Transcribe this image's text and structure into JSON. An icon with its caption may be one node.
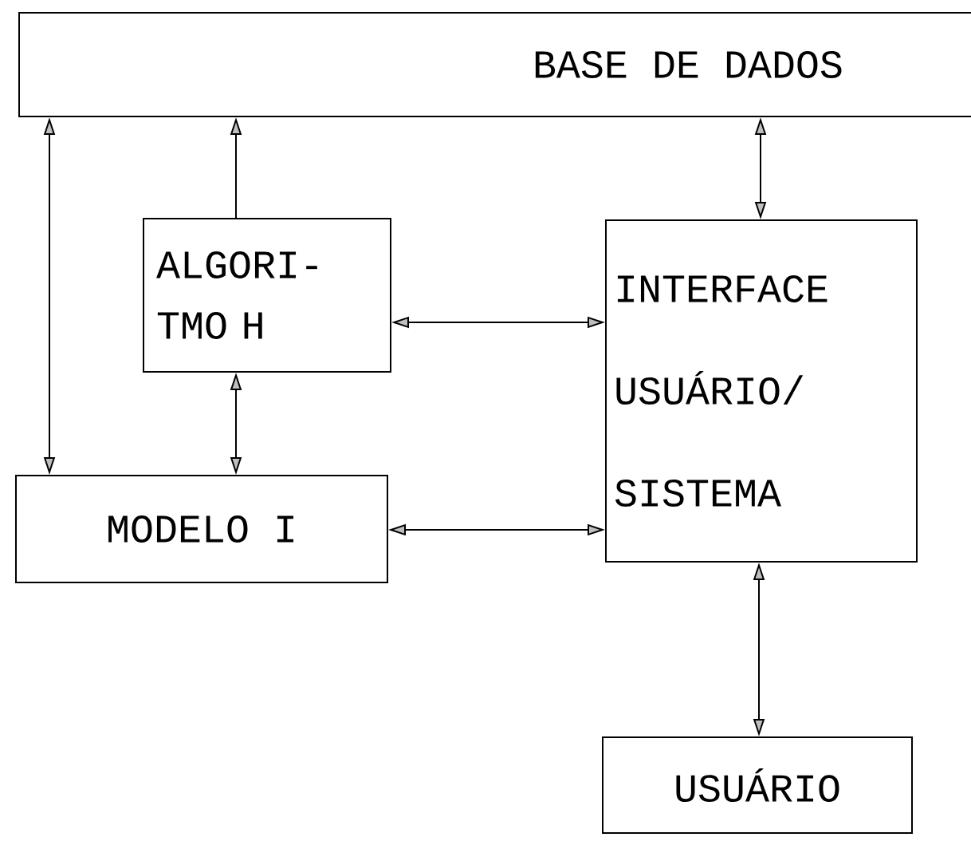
{
  "diagram": {
    "nodes": [
      {
        "text": [
          "BASE DE DADOS"
        ]
      },
      {
        "text": [
          "ALGORI- TMO H"
        ]
      },
      {
        "text": [
          "INTERFACE USUÁRIO/ SISTEMA"
        ]
      },
      {
        "text": [
          "MODELO I"
        ]
      },
      {
        "text": [
          "USUÁRIO"
        ]
      }
    ],
    "edges": [
      {
        "from": 3,
        "to": 0,
        "arrow": "both"
      },
      {
        "from": 1,
        "to": 0,
        "arrow": "to"
      },
      {
        "from": 2,
        "to": 0,
        "arrow": "both"
      },
      {
        "from": 1,
        "to": 2,
        "arrow": "both"
      },
      {
        "from": 3,
        "to": 1,
        "arrow": "both"
      },
      {
        "from": 3,
        "to": 2,
        "arrow": "both"
      },
      {
        "from": 2,
        "to": 4,
        "arrow": "both"
      }
    ]
  }
}
